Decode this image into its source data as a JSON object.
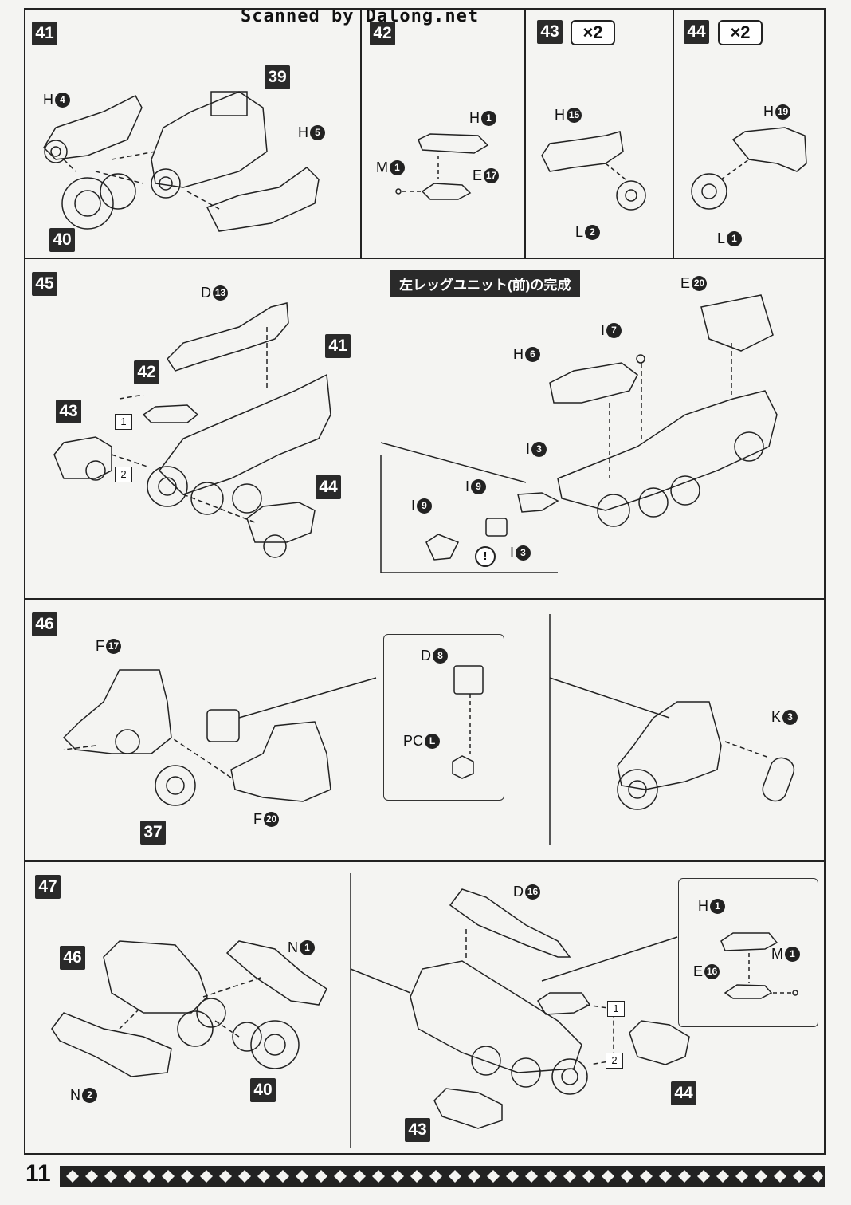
{
  "header": {
    "scanner_credit": "Scanned by Dalong.net"
  },
  "steps": {
    "s41": {
      "number": "41",
      "refs": [
        "39",
        "40"
      ],
      "parts": [
        {
          "letter": "H",
          "num": "4"
        },
        {
          "letter": "H",
          "num": "5"
        }
      ]
    },
    "s42": {
      "number": "42",
      "parts": [
        {
          "letter": "H",
          "num": "1"
        },
        {
          "letter": "M",
          "num": "1"
        },
        {
          "letter": "E",
          "num": "17"
        }
      ]
    },
    "s43": {
      "number": "43",
      "multiplier": "×2",
      "parts": [
        {
          "letter": "H",
          "num": "15"
        },
        {
          "letter": "L",
          "num": "2"
        }
      ]
    },
    "s44": {
      "number": "44",
      "multiplier": "×2",
      "parts": [
        {
          "letter": "H",
          "num": "19"
        },
        {
          "letter": "L",
          "num": "1"
        }
      ]
    },
    "s45": {
      "number": "45",
      "refs": [
        "42",
        "41",
        "43",
        "44"
      ],
      "order": [
        "1",
        "2"
      ],
      "parts": [
        {
          "letter": "D",
          "num": "13"
        }
      ],
      "banner": "左レッグユニット(前)の完成",
      "completion_parts": [
        {
          "letter": "E",
          "num": "20"
        },
        {
          "letter": "I",
          "num": "7"
        },
        {
          "letter": "H",
          "num": "6"
        },
        {
          "letter": "I",
          "num": "3"
        },
        {
          "letter": "I",
          "num": "9"
        },
        {
          "letter": "I",
          "num": "9"
        },
        {
          "letter": "I",
          "num": "3"
        }
      ],
      "caution": "!"
    },
    "s46": {
      "number": "46",
      "refs": [
        "37"
      ],
      "parts": [
        {
          "letter": "F",
          "num": "17"
        },
        {
          "letter": "F",
          "num": "20"
        },
        {
          "letter": "D",
          "num": "8"
        },
        {
          "letter": "PC",
          "num": "L"
        },
        {
          "letter": "K",
          "num": "3"
        }
      ]
    },
    "s47": {
      "number": "47",
      "refs": [
        "46",
        "40",
        "43",
        "44"
      ],
      "order": [
        "1",
        "2"
      ],
      "parts": [
        {
          "letter": "N",
          "num": "1"
        },
        {
          "letter": "N",
          "num": "2"
        },
        {
          "letter": "D",
          "num": "16"
        },
        {
          "letter": "H",
          "num": "1"
        },
        {
          "letter": "M",
          "num": "1"
        },
        {
          "letter": "E",
          "num": "16"
        }
      ]
    }
  },
  "footer": {
    "page_number": "11"
  }
}
